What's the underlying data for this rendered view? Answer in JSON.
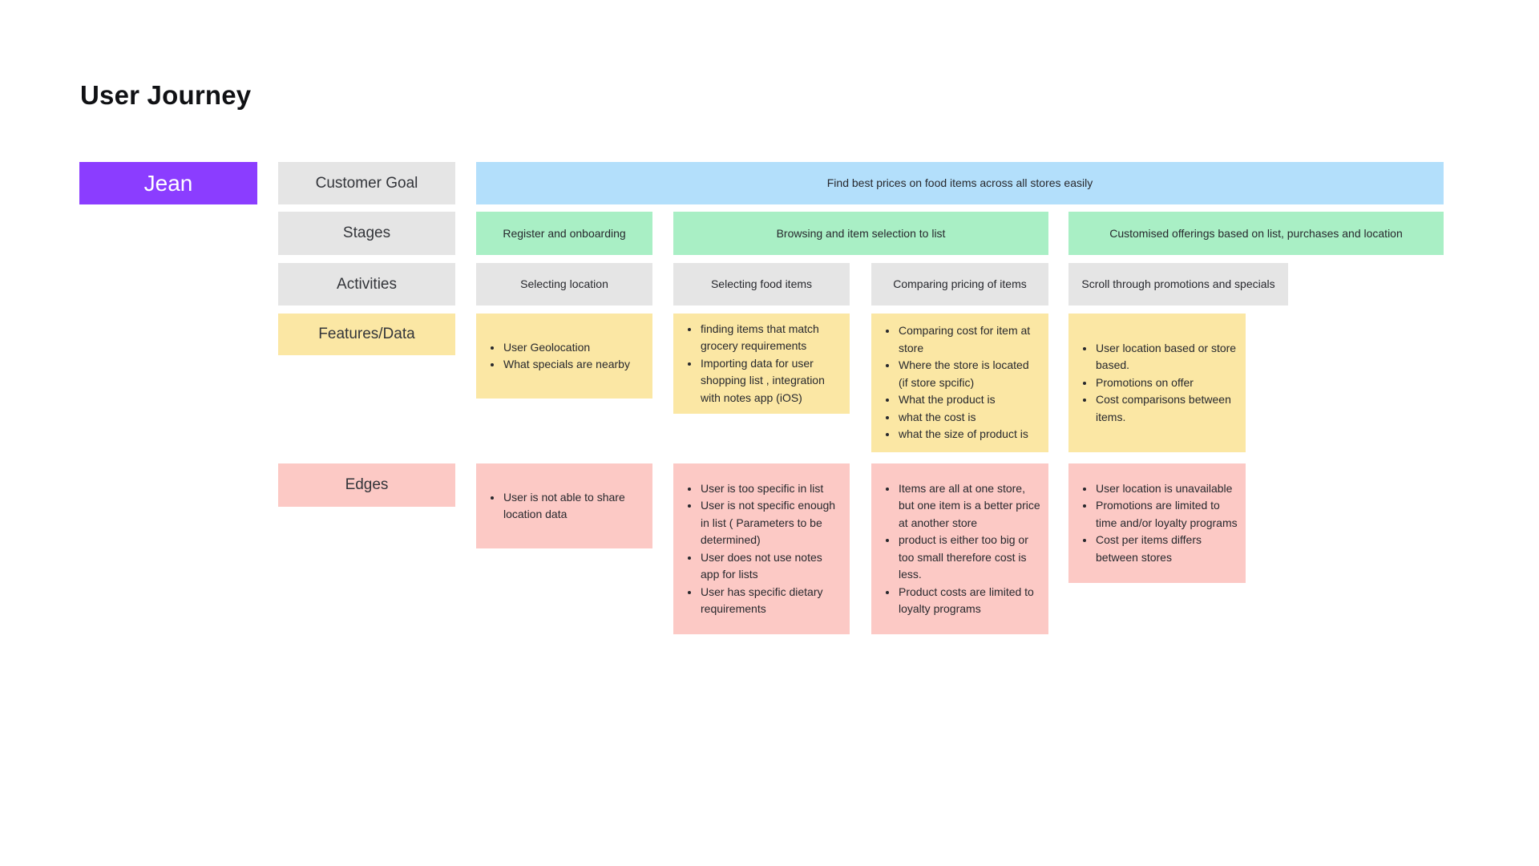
{
  "title": "User Journey",
  "persona": {
    "name": "Jean"
  },
  "rows": {
    "customer_goal": {
      "label": "Customer Goal",
      "value": "Find best prices on food items across all stores easily"
    },
    "stages": {
      "label": "Stages",
      "items": [
        "Register and onboarding",
        "Browsing and item selection to list",
        "Customised offerings based on list, purchases and location"
      ]
    },
    "activities": {
      "label": "Activities",
      "items": [
        "Selecting location",
        "Selecting food items",
        "Comparing pricing of items",
        "Scroll through promotions and specials"
      ]
    },
    "features": {
      "label": "Features/Data",
      "columns": [
        [
          "User Geolocation",
          "What specials are nearby"
        ],
        [
          "finding items that match grocery requirements",
          "Importing data for user shopping list , integration with notes app (iOS)"
        ],
        [
          "Comparing cost for item at store",
          "Where the store is located (if store spcific)",
          "What the product is",
          "what the cost is",
          "what the size of product is"
        ],
        [
          "User location based or store based.",
          "Promotions on offer",
          "Cost comparisons between items."
        ]
      ]
    },
    "edges": {
      "label": "Edges",
      "columns": [
        [
          "User is not able to share location data"
        ],
        [
          "User is too specific in list",
          "User is not specific enough in list ( Parameters to be determined)",
          "User does not use notes app for lists",
          "User has specific dietary requirements"
        ],
        [
          "Items are all at one store, but one item is a better price at another store",
          "product is either too big or too small therefore cost is less.",
          "Product costs are limited to loyalty programs"
        ],
        [
          "User location is unavailable",
          "Promotions are limited to time and/or loyalty programs",
          "Cost per items differs between stores"
        ]
      ]
    }
  },
  "colors": {
    "purple": "#8B3DFF",
    "gray": "#E5E5E5",
    "blue": "#B3DFFB",
    "green": "#A9EFC5",
    "yellow": "#FBE7A4",
    "pink": "#FCC9C5",
    "text_dark": "#27282D",
    "text_label": "#33353A"
  }
}
